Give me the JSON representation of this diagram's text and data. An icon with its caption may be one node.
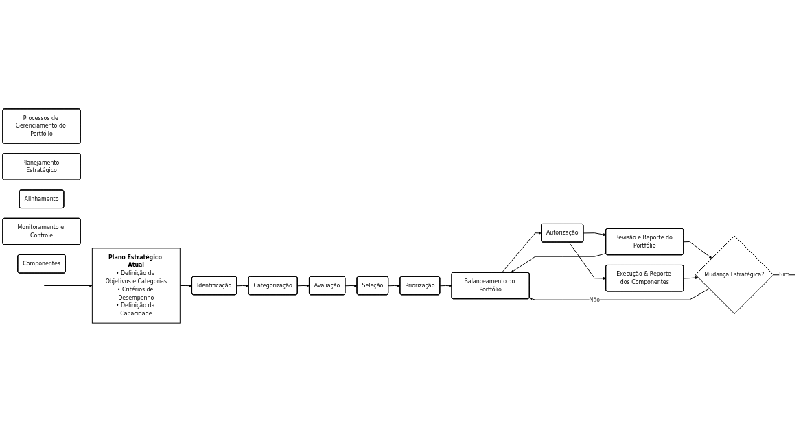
{
  "diagram": {
    "nodes": [
      {
        "text": [
          "Processos de Gerenciamento do Portfólio"
        ]
      },
      {
        "text": [
          "Planejamento Estratégico"
        ]
      },
      {
        "text": [
          "Alinhamento"
        ]
      },
      {
        "text": [
          "Monitoramento e Controle"
        ]
      },
      {
        "text": [
          "Componentes"
        ]
      },
      {
        "text": [
          "Plano Estratégico Atual",
          "• Definição de Objetivos e Categorias",
          "• Critérios de Desempenho",
          "• Definição da Capacidade"
        ]
      },
      {
        "text": [
          "Identificação"
        ]
      },
      {
        "text": [
          "Categorização"
        ]
      },
      {
        "text": [
          "Avaliação"
        ]
      },
      {
        "text": [
          "Seleção"
        ]
      },
      {
        "text": [
          "Priorização"
        ]
      },
      {
        "text": [
          "Balanceamento do Portfólio"
        ]
      },
      {
        "text": [
          "Autorização"
        ]
      },
      {
        "text": [
          "Revisão e Reporte do Portfólio"
        ]
      },
      {
        "text": [
          "Execução & Reporte dos Componentes"
        ]
      },
      {
        "text": [
          "Mudança Estratégica?"
        ]
      }
    ],
    "edges": [
      {
        "from": 5,
        "to": 6,
        "arrow": "to"
      },
      {
        "from": 6,
        "to": 7,
        "arrow": "to"
      },
      {
        "from": 7,
        "to": 8,
        "arrow": "to"
      },
      {
        "from": 8,
        "to": 9,
        "arrow": "to"
      },
      {
        "from": 9,
        "to": 10,
        "arrow": "to"
      },
      {
        "from": 10,
        "to": 11,
        "arrow": "to"
      },
      {
        "from": 11,
        "to": 12,
        "arrow": "to"
      },
      {
        "from": 12,
        "to": 14,
        "arrow": "to"
      },
      {
        "from": 12,
        "to": 13,
        "arrow": "to"
      },
      {
        "from": 13,
        "to": 11,
        "arrow": "to"
      },
      {
        "from": 13,
        "to": 15,
        "arrow": "to"
      },
      {
        "from": 14,
        "to": 15,
        "arrow": "to"
      },
      {
        "from": 15,
        "to": 11,
        "label": "Não",
        "arrow": "to"
      },
      {
        "from": 15,
        "to": null,
        "label": "Sim",
        "arrow": "none"
      },
      {
        "from": null,
        "to": 5,
        "arrow": "to"
      }
    ]
  }
}
